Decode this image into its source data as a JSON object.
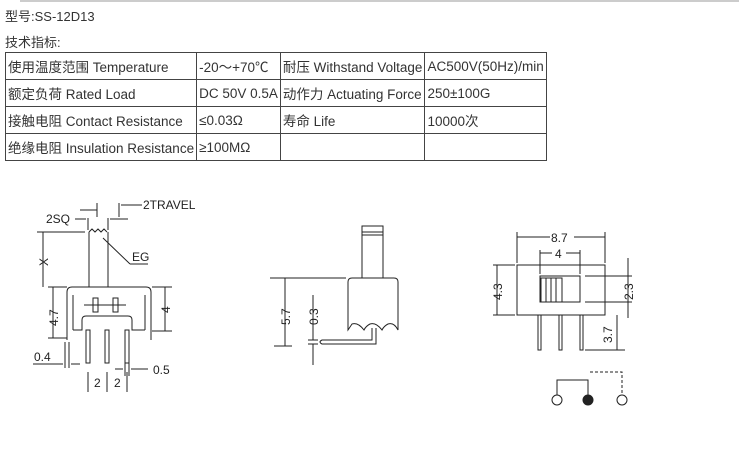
{
  "header": {
    "model": "型号:SS-12D13",
    "spec_title": "技术指标:"
  },
  "spec_table": {
    "rows": [
      [
        "使用温度范围 Temperature",
        "-20～+70℃",
        "耐压 Withstand Voltage",
        "AC500V(50Hz)/min"
      ],
      [
        "额定负荷 Rated Load",
        "DC 50V 0.5A",
        "动作力 Actuating Force",
        "250±100G"
      ],
      [
        "接触电阻 Contact Resistance",
        "≤0.03Ω",
        "寿命 Life",
        "10000次"
      ],
      [
        "绝缘电阻 Insulation Resistance",
        "≥100MΩ",
        "",
        ""
      ]
    ]
  },
  "drawings": {
    "front": {
      "travel": "2TRAVEL",
      "sq": "2SQ",
      "eg": "EG",
      "x": "X",
      "height": "4.7",
      "body": "4",
      "offset": "0.4",
      "pin": "0.5",
      "pitch1": "2",
      "pitch2": "2"
    },
    "side": {
      "height": "5.7",
      "thickness": "0.3"
    },
    "top": {
      "width": "8.7",
      "slot": "4",
      "height": "4.3",
      "knob": "2.3",
      "pin_len": "3.7"
    }
  }
}
